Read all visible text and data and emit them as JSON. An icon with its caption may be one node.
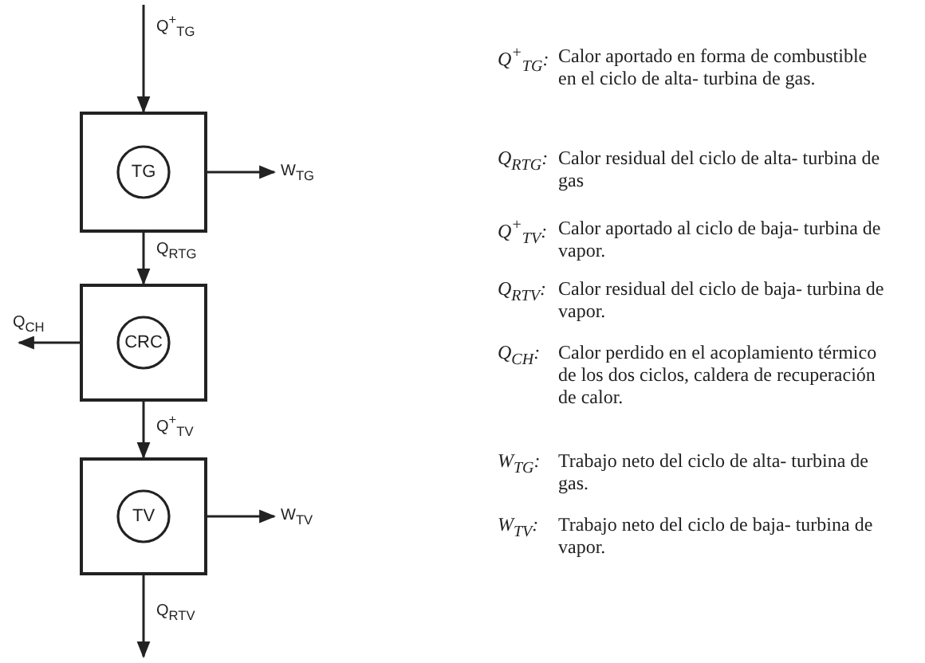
{
  "diagram": {
    "nodes": [
      {
        "text": [
          "TG"
        ]
      },
      {
        "text": [
          "CRC"
        ]
      },
      {
        "text": [
          "TV"
        ]
      }
    ],
    "edges": [
      {
        "from": null,
        "to": 0,
        "arrow": "to",
        "label": "Q$^{+}$$_{TG}$"
      },
      {
        "from": 0,
        "to": null,
        "arrow": "to",
        "label": "W$_{TG}$"
      },
      {
        "from": 0,
        "to": 1,
        "arrow": "to",
        "label": "Q$_{RTG}$"
      },
      {
        "from": 1,
        "to": null,
        "arrow": "to",
        "label": "Q$_{CH}$"
      },
      {
        "from": 1,
        "to": 2,
        "arrow": "to",
        "label": "Q$^{+}$$_{TV}$"
      },
      {
        "from": 2,
        "to": null,
        "arrow": "to",
        "label": "W$_{TV}$"
      },
      {
        "from": 2,
        "to": null,
        "arrow": "to",
        "label": "Q$_{RTV}$"
      }
    ],
    "labels": [
      "Q$^{+}$$_{TG}$:",
      "Calor aportado en forma de combustible en el ciclo de alta- turbina de gas.",
      "Q$_{RTG}$:",
      "Calor residual del ciclo de alta- turbina de gas",
      "Q$^{+}$$_{TV}$:",
      "Calor aportado al ciclo de baja- turbina de vapor.",
      "Q$_{RTV}$:",
      "Calor residual del ciclo de baja- turbina de vapor.",
      "Q$_{CH}$:",
      "Calor perdido en el acoplamiento térmico de los dos ciclos, caldera de recuperación de calor.",
      "W$_{TG}$:",
      "Trabajo neto del ciclo de alta- turbina de gas.",
      "W$_{TV}$:",
      "Trabajo neto del ciclo de baja- turbina de vapor."
    ]
  }
}
